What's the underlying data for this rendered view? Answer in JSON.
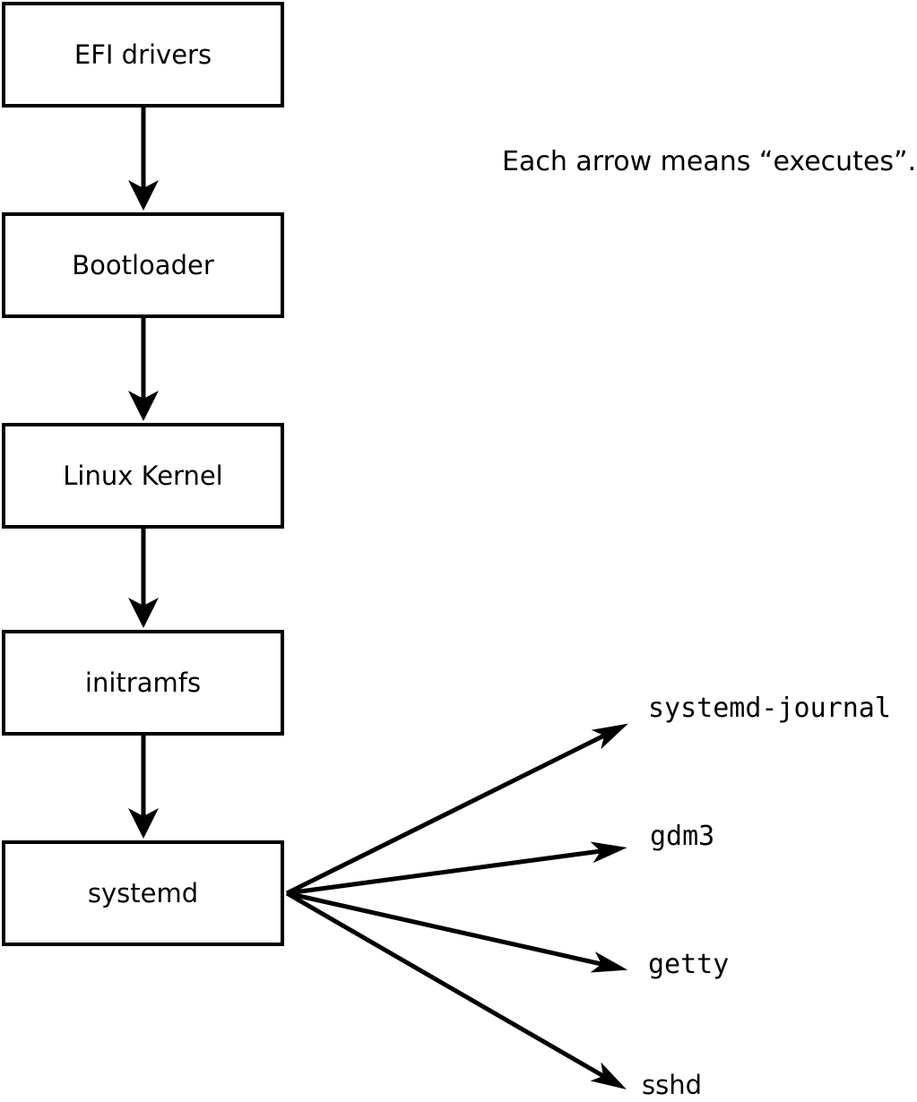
{
  "caption": "Each arrow means “executes”.",
  "chain": [
    {
      "label": "EFI drivers"
    },
    {
      "label": "Bootloader"
    },
    {
      "label": "Linux Kernel"
    },
    {
      "label": "initramfs"
    },
    {
      "label": "systemd"
    }
  ],
  "targets": [
    {
      "label": "systemd-journal"
    },
    {
      "label": "gdm3"
    },
    {
      "label": "getty"
    },
    {
      "label": "sshd"
    }
  ],
  "edges": [
    {
      "from": "EFI drivers",
      "to": "Bootloader"
    },
    {
      "from": "Bootloader",
      "to": "Linux Kernel"
    },
    {
      "from": "Linux Kernel",
      "to": "initramfs"
    },
    {
      "from": "initramfs",
      "to": "systemd"
    },
    {
      "from": "systemd",
      "to": "systemd-journal"
    },
    {
      "from": "systemd",
      "to": "gdm3"
    },
    {
      "from": "systemd",
      "to": "getty"
    },
    {
      "from": "systemd",
      "to": "sshd"
    }
  ],
  "colors": {
    "stroke": "#000000",
    "background": "#ffffff",
    "box_fill": "#ffffff"
  }
}
